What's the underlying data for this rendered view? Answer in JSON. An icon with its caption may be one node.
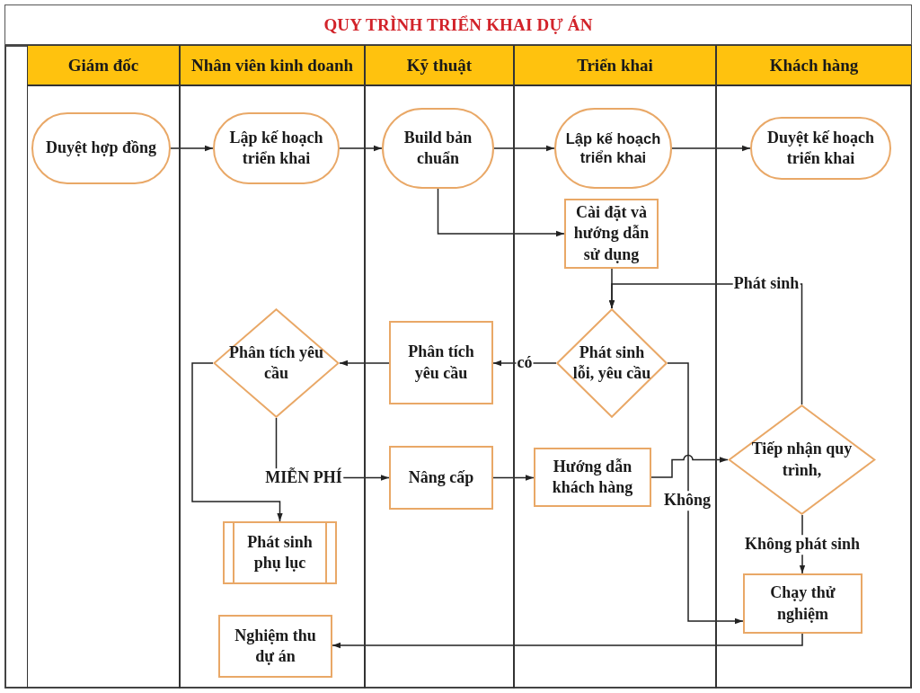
{
  "diagram": {
    "title": "QUY TRÌNH TRIỂN KHAI DỰ ÁN",
    "nodes": [
      {
        "text": [
          "Giám đốc"
        ]
      },
      {
        "text": [
          "Nhân viên kinh doanh"
        ]
      },
      {
        "text": [
          "Kỹ thuật"
        ]
      },
      {
        "text": [
          "Triển khai"
        ]
      },
      {
        "text": [
          "Khách hàng"
        ]
      },
      {
        "text": [
          "Duyệt hợp đồng"
        ],
        "in": 0
      },
      {
        "text": [
          "Lập kế hoạch triển khai"
        ],
        "in": 1
      },
      {
        "text": [
          "Build bản chuẩn"
        ],
        "in": 2
      },
      {
        "text": [
          "Lập kế hoạch triển khai"
        ],
        "in": 3
      },
      {
        "text": [
          "Duyệt kế hoạch triển khai"
        ],
        "in": 4
      },
      {
        "text": [
          "Cài đặt và hướng dẫn sử dụng"
        ],
        "in": 3
      },
      {
        "text": [
          "Phát sinh lỗi, yêu cầu"
        ],
        "in": 3
      },
      {
        "text": [
          "Phân tích yêu cầu"
        ],
        "in": 2
      },
      {
        "text": [
          "Phân tích yêu cầu"
        ],
        "in": 1
      },
      {
        "text": [
          "Nâng cấp"
        ],
        "in": 2
      },
      {
        "text": [
          "Hướng dẫn khách hàng"
        ],
        "in": 3
      },
      {
        "text": [
          "Tiếp nhận quy trình,"
        ],
        "in": 4
      },
      {
        "text": [
          "Phát sinh phụ lục"
        ],
        "in": 1
      },
      {
        "text": [
          "Chạy thử nghiệm"
        ],
        "in": 4
      },
      {
        "text": [
          "Nghiệm thu dự án"
        ],
        "in": 1
      }
    ],
    "edges": [
      {
        "from": 5,
        "to": 6,
        "arrow": "to"
      },
      {
        "from": 6,
        "to": 7,
        "arrow": "to"
      },
      {
        "from": 7,
        "to": 8,
        "arrow": "to"
      },
      {
        "from": 8,
        "to": 9,
        "arrow": "to"
      },
      {
        "from": 7,
        "to": 10,
        "arrow": "to"
      },
      {
        "from": 10,
        "to": 11,
        "arrow": "to"
      },
      {
        "from": 16,
        "to": 11,
        "label": "Phát sinh",
        "arrow": "to"
      },
      {
        "from": 11,
        "to": 12,
        "label": "có",
        "arrow": "to"
      },
      {
        "from": 12,
        "to": 13,
        "arrow": "to"
      },
      {
        "from": 13,
        "to": 14,
        "label": "MIỄN PHÍ",
        "arrow": "to"
      },
      {
        "from": 13,
        "to": 17,
        "arrow": "to"
      },
      {
        "from": 14,
        "to": 15,
        "arrow": "to"
      },
      {
        "from": 15,
        "to": 16,
        "arrow": "to"
      },
      {
        "from": 11,
        "to": 18,
        "label": "Không",
        "arrow": "to"
      },
      {
        "from": 16,
        "to": 18,
        "label": "Không phát sinh",
        "arrow": "to"
      },
      {
        "from": 18,
        "to": 19,
        "arrow": "to"
      }
    ]
  }
}
